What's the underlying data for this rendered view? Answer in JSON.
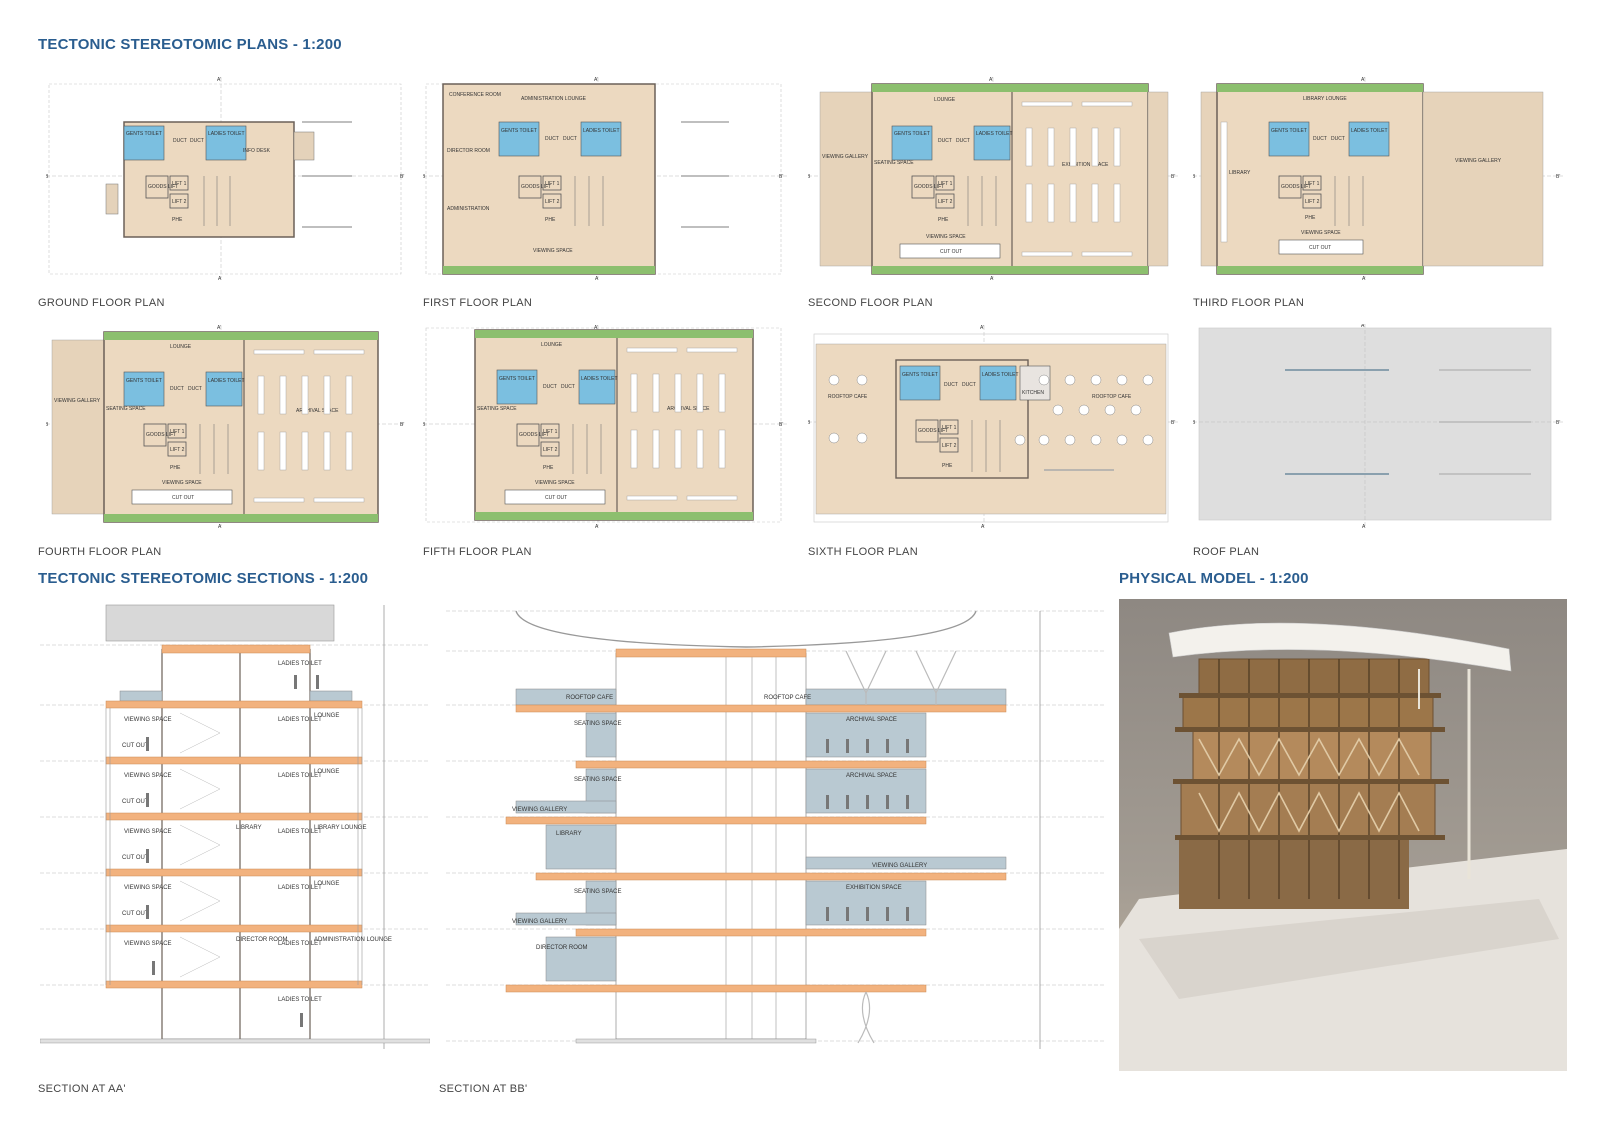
{
  "headings": {
    "plans": "TECTONIC STEREOTOMIC PLANS - 1:200",
    "sections": "TECTONIC STEREOTOMIC SECTIONS - 1:200",
    "model": "PHYSICAL MODEL - 1:200"
  },
  "plans": [
    {
      "caption": "GROUND FLOOR PLAN",
      "labels": {
        "gents": "GENTS TOILET",
        "ladies": "LADIES TOILET",
        "duct1": "DUCT",
        "duct2": "DUCT",
        "info": "INFO DESK",
        "goods": "GOODS LIFT",
        "lift1": "LIFT 1",
        "lift2": "LIFT 2",
        "phe": "PHE",
        "a_top": "A'",
        "a_bot": "A",
        "b_left": "B",
        "b_right": "B'"
      }
    },
    {
      "caption": "FIRST FLOOR PLAN",
      "labels": {
        "conference": "CONFERENCE ROOM",
        "admin_lounge": "ADMINISTRATION LOUNGE",
        "gents": "GENTS TOILET",
        "ladies": "LADIES TOILET",
        "duct1": "DUCT",
        "duct2": "DUCT",
        "director": "DIRECTOR ROOM",
        "goods": "GOODS LIFT",
        "lift1": "LIFT 1",
        "lift2": "LIFT 2",
        "administration": "ADMINISTRATION",
        "phe": "PHE",
        "viewing": "VIEWING SPACE",
        "a_top": "A'",
        "a_bot": "A",
        "b_left": "B",
        "b_right": "B'"
      }
    },
    {
      "caption": "SECOND FLOOR PLAN",
      "labels": {
        "lounge": "LOUNGE",
        "gents": "GENTS TOILET",
        "ladies": "LADIES TOILET",
        "duct1": "DUCT",
        "duct2": "DUCT",
        "gallery": "VIEWING GALLERY",
        "seating": "SEATING SPACE",
        "exhibition": "EXHIBITION SPACE",
        "goods": "GOODS LIFT",
        "lift1": "LIFT 1",
        "lift2": "LIFT 2",
        "phe": "PHE",
        "viewing": "VIEWING SPACE",
        "cutout": "CUT OUT",
        "a_top": "A'",
        "a_bot": "A",
        "b_left": "B",
        "b_right": "B'"
      }
    },
    {
      "caption": "THIRD FLOOR PLAN",
      "labels": {
        "library_lounge": "LIBRARY LOUNGE",
        "gents": "GENTS TOILET",
        "ladies": "LADIES TOILET",
        "duct1": "DUCT",
        "duct2": "DUCT",
        "library": "LIBRARY",
        "gallery": "VIEWING GALLERY",
        "goods": "GOODS LIFT",
        "lift1": "LIFT 1",
        "lift2": "LIFT 2",
        "phe": "PHE",
        "viewing": "VIEWING SPACE",
        "cutout": "CUT OUT",
        "a_top": "A'",
        "a_bot": "A",
        "b_left": "B",
        "b_right": "B'"
      }
    },
    {
      "caption": "FOURTH FLOOR PLAN",
      "labels": {
        "lounge": "LOUNGE",
        "gents": "GENTS TOILET",
        "ladies": "LADIES TOILET",
        "duct1": "DUCT",
        "duct2": "DUCT",
        "gallery": "VIEWING GALLERY",
        "seating": "SEATING SPACE",
        "archival": "ARCHIVAL SPACE",
        "goods": "GOODS LIFT",
        "lift1": "LIFT 1",
        "lift2": "LIFT 2",
        "phe": "PHE",
        "viewing": "VIEWING SPACE",
        "cutout": "CUT OUT",
        "a_top": "A'",
        "a_bot": "A",
        "b_left": "B",
        "b_right": "B'"
      }
    },
    {
      "caption": "FIFTH FLOOR PLAN",
      "labels": {
        "lounge": "LOUNGE",
        "gents": "GENTS TOILET",
        "ladies": "LADIES TOILET",
        "duct1": "DUCT",
        "duct2": "DUCT",
        "seating": "SEATING SPACE",
        "archival": "ARCHIVAL SPACE",
        "goods": "GOODS LIFT",
        "lift1": "LIFT 1",
        "lift2": "LIFT 2",
        "phe": "PHE",
        "viewing": "VIEWING SPACE",
        "cutout": "CUT OUT",
        "a_top": "A'",
        "a_bot": "A",
        "b_left": "B",
        "b_right": "B'"
      }
    },
    {
      "caption": "SIXTH FLOOR PLAN",
      "labels": {
        "gents": "GENTS TOILET",
        "ladies": "LADIES TOILET",
        "duct1": "DUCT",
        "duct2": "DUCT",
        "kitchen": "KITCHEN",
        "cafe_left": "ROOFTOP CAFE",
        "cafe_right": "ROOFTOP CAFE",
        "goods": "GOODS LIFT",
        "lift1": "LIFT 1",
        "lift2": "LIFT 2",
        "phe": "PHE",
        "a_top": "A'",
        "a_bot": "A",
        "b_left": "B",
        "b_right": "B'"
      }
    },
    {
      "caption": "ROOF PLAN",
      "labels": {
        "a_top": "A'",
        "a_bot": "A",
        "b_left": "B",
        "b_right": "B'"
      }
    }
  ],
  "section_aa": {
    "caption": "SECTION AT AA'",
    "floors": [
      {
        "left": "",
        "right": "LADIES TOILET",
        "far": ""
      },
      {
        "left": "VIEWING SPACE",
        "cut": "CUT OUT",
        "right": "LADIES TOILET",
        "far": "LOUNGE"
      },
      {
        "left": "VIEWING SPACE",
        "cut": "CUT OUT",
        "right": "LADIES TOILET",
        "far": "LOUNGE"
      },
      {
        "left": "VIEWING SPACE",
        "cut": "CUT OUT",
        "mid": "LIBRARY",
        "right": "LADIES TOILET",
        "far": "LIBRARY LOUNGE"
      },
      {
        "left": "VIEWING SPACE",
        "cut": "CUT OUT",
        "right": "LADIES TOILET",
        "far": "LOUNGE"
      },
      {
        "left": "VIEWING SPACE",
        "mid": "DIRECTOR ROOM",
        "right": "LADIES TOILET",
        "far": "ADMINISTRATION LOUNGE"
      },
      {
        "left": "",
        "right": "LADIES TOILET",
        "far": ""
      }
    ]
  },
  "section_bb": {
    "caption": "SECTION AT BB'",
    "labels": {
      "cafe_left": "ROOFTOP CAFE",
      "cafe_right": "ROOFTOP CAFE",
      "seating1": "SEATING SPACE",
      "archival1": "ARCHIVAL SPACE",
      "seating2": "SEATING SPACE",
      "archival2": "ARCHIVAL SPACE",
      "gallery1": "VIEWING GALLERY",
      "library": "LIBRARY",
      "gallery2": "VIEWING GALLERY",
      "seating3": "SEATING SPACE",
      "exhibition": "EXHIBITION SPACE",
      "gallery3": "VIEWING GALLERY",
      "director": "DIRECTOR ROOM"
    }
  },
  "colors": {
    "heading": "#2a5d8f",
    "floor_fill": "#ecd9c0",
    "slab": "#f2b27e",
    "glass": "#9fb6c4",
    "toilet": "#7bbfe0",
    "green_edge": "#8cbf6e",
    "wall": "#6b6058"
  }
}
